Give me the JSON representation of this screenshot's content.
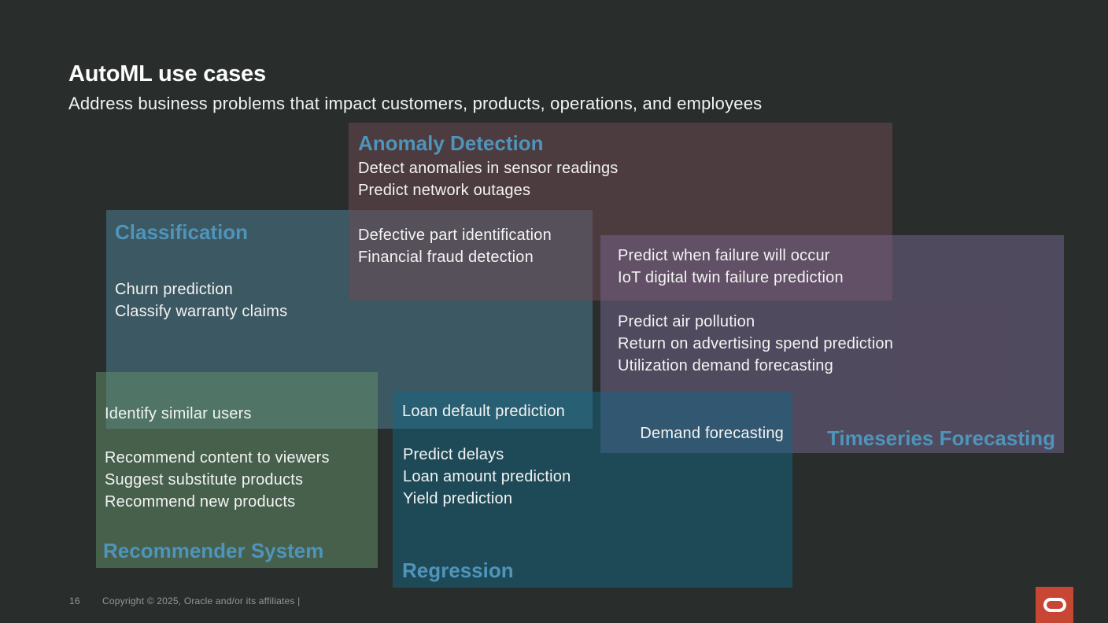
{
  "slide": {
    "title": "AutoML use cases",
    "subtitle": "Address business problems that impact customers, products, operations, and employees",
    "page_number": "16",
    "copyright": "Copyright © 2025, Oracle and/or its affiliates |"
  },
  "colors": {
    "background": "#292e2d",
    "heading_text": "#fbfcfb",
    "body_text": "#f3f4f3",
    "category_title_blue": "#4f94ba",
    "footer_gray": "#929997",
    "oracle_logo_red": "#c74634",
    "classification_box": "#3d5862",
    "anomaly_box": "#4d3a40",
    "timeseries_box": "#514a5e",
    "recommender_box": "#47604c",
    "regression_box": "#1f4a58"
  },
  "boxes": {
    "anomaly": {
      "title": "Anomaly Detection",
      "items": [
        "Detect anomalies in sensor readings",
        "Predict network outages"
      ]
    },
    "anomaly_classification_overlap": {
      "items": [
        "Defective part identification",
        "Financial fraud detection"
      ]
    },
    "anomaly_timeseries_overlap": {
      "items": [
        "Predict when failure will occur",
        "IoT digital twin failure prediction"
      ]
    },
    "classification": {
      "title": "Classification",
      "items": [
        "Churn prediction",
        "Classify warranty claims"
      ]
    },
    "timeseries": {
      "title": "Timeseries Forecasting",
      "items": [
        "Predict air pollution",
        "Return on advertising spend prediction",
        "Utilization demand forecasting"
      ]
    },
    "classification_recommender_overlap": {
      "item": "Identify similar users"
    },
    "recommender": {
      "title": "Recommender System",
      "items": [
        "Recommend content to viewers",
        "Suggest substitute products",
        "Recommend new products"
      ]
    },
    "classification_regression_overlap": {
      "item": "Loan default prediction"
    },
    "regression": {
      "title": "Regression",
      "items": [
        "Predict delays",
        "Loan amount prediction",
        "Yield prediction"
      ]
    },
    "timeseries_regression_overlap": {
      "item": "Demand forecasting"
    }
  },
  "logo": {
    "label": "oracle-logo"
  }
}
